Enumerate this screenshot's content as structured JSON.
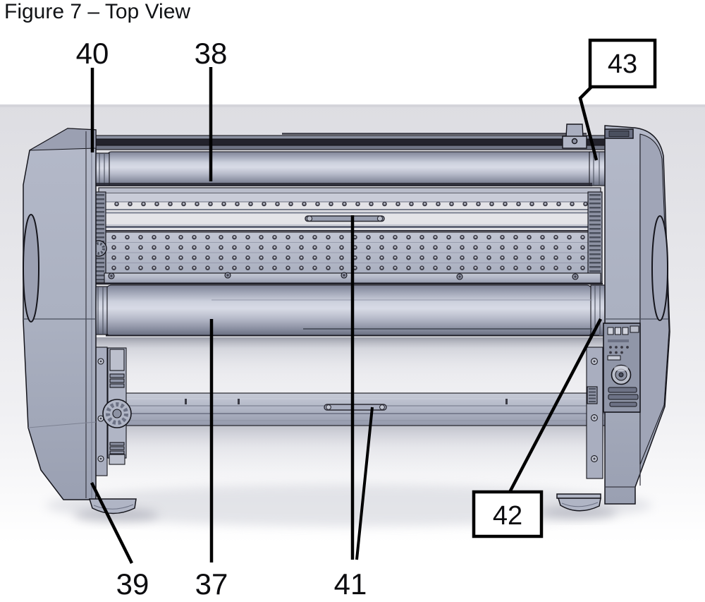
{
  "title": "Figure 7 – Top View",
  "callouts": {
    "c37": {
      "label": "37",
      "boxed": false
    },
    "c38": {
      "label": "38",
      "boxed": false
    },
    "c39": {
      "label": "39",
      "boxed": false
    },
    "c40": {
      "label": "40",
      "boxed": false
    },
    "c41": {
      "label": "41",
      "boxed": false
    },
    "c42": {
      "label": "42",
      "boxed": true
    },
    "c43": {
      "label": "43",
      "boxed": true
    }
  },
  "colors": {
    "machine_body": "#aab0c0",
    "machine_outline": "#15151c",
    "backdrop_gray": "#e2e2e6",
    "label_color": "#0c0c0f",
    "leader_color": "#000000"
  }
}
